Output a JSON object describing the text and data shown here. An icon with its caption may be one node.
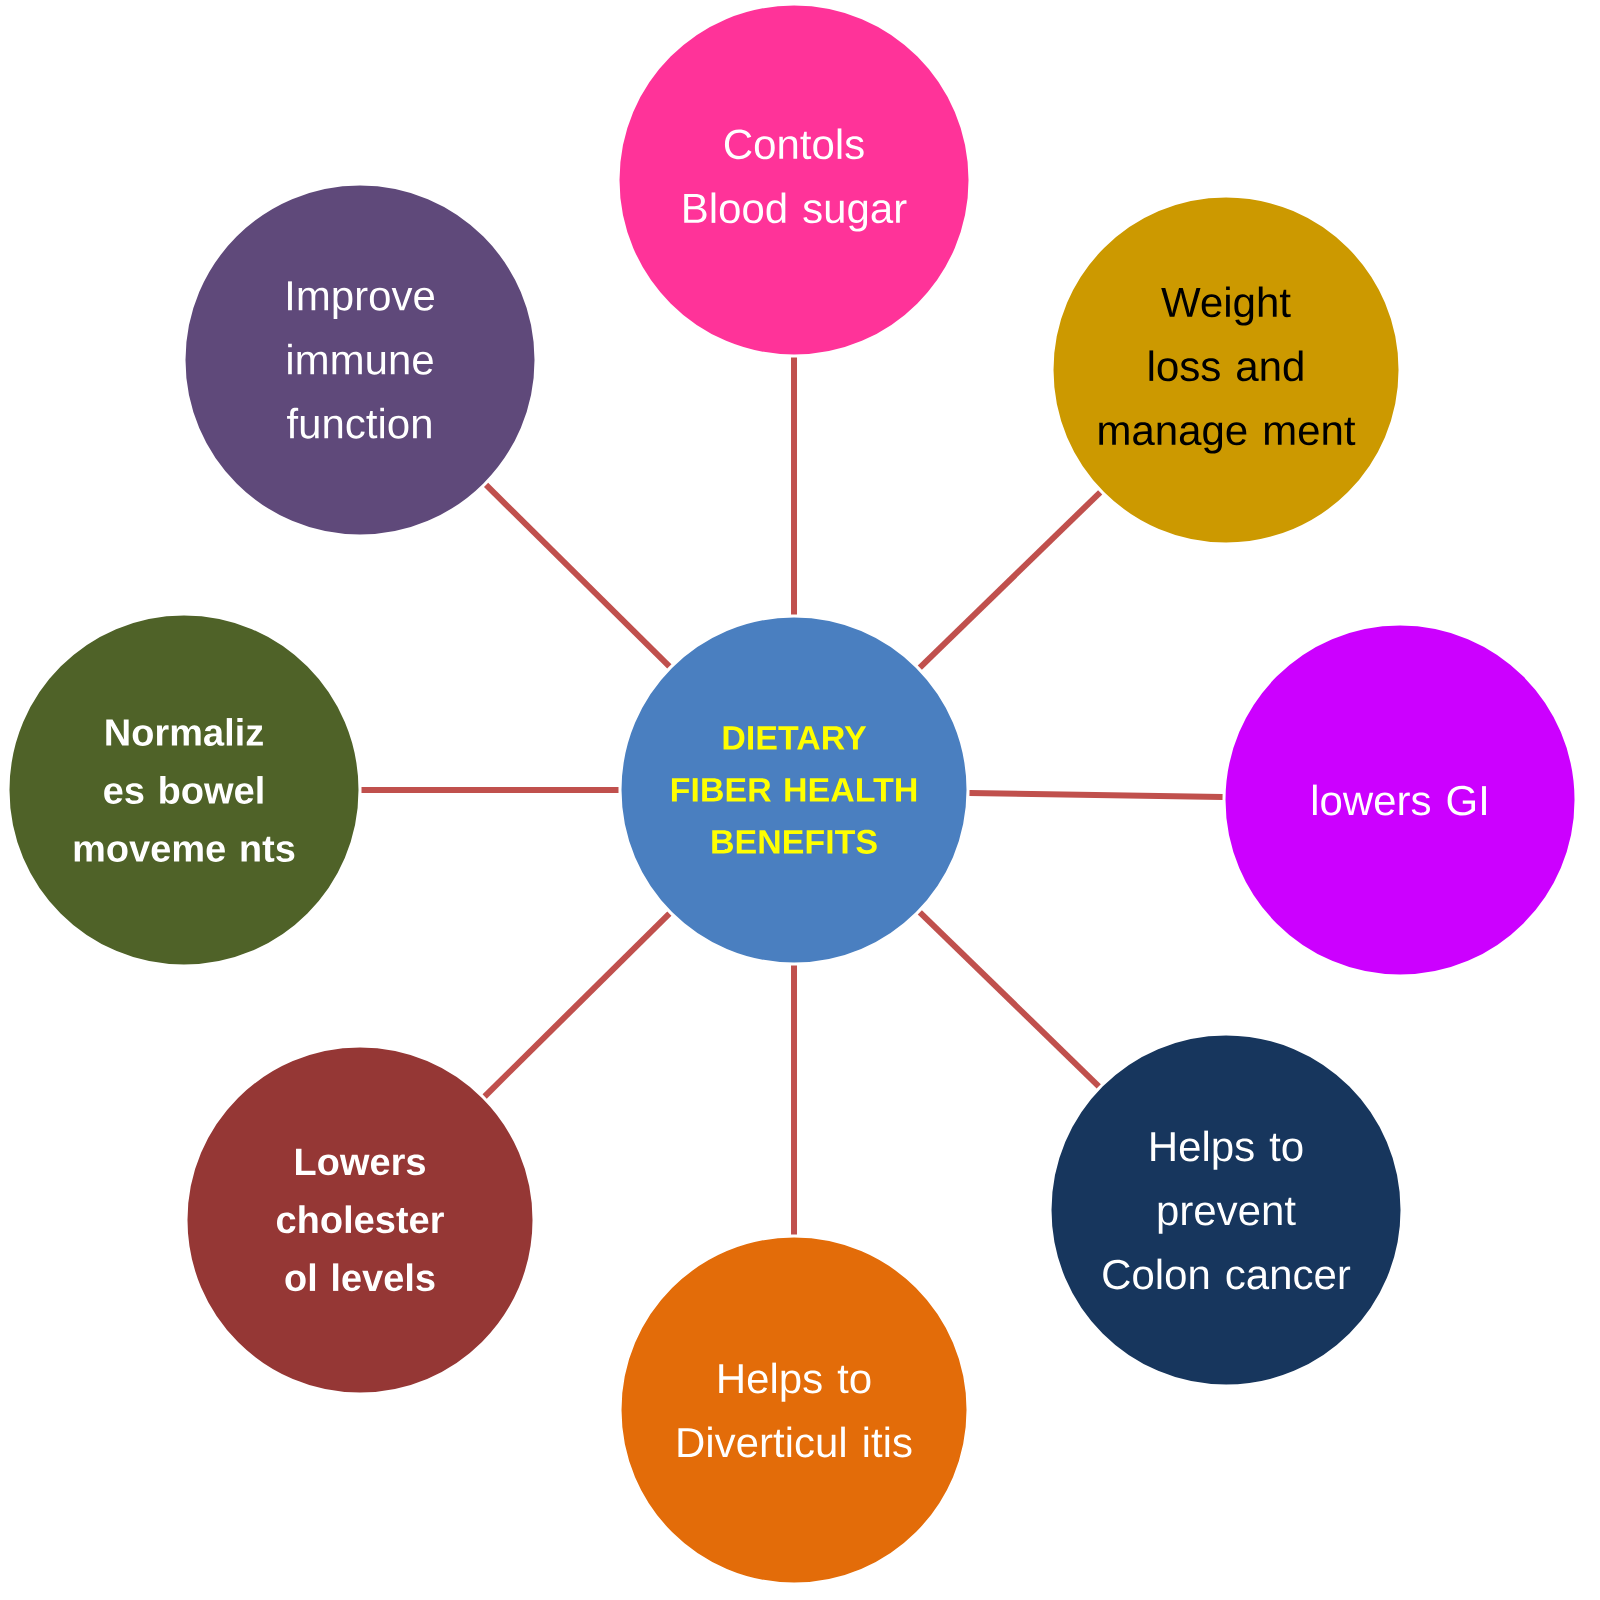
{
  "diagram": {
    "nodes": [
      {
        "text": [
          "DIETARY FIBER HEALTH BENEFITS"
        ]
      },
      {
        "text": [
          "Contols Blood sugar"
        ]
      },
      {
        "text": [
          "Weight loss and manage ment"
        ]
      },
      {
        "text": [
          "lowers GI"
        ]
      },
      {
        "text": [
          "Helps to prevent Colon cancer"
        ]
      },
      {
        "text": [
          "Helps to Diverticul itis"
        ]
      },
      {
        "text": [
          "Lowers cholester ol levels"
        ]
      },
      {
        "text": [
          "Normaliz es bowel moveme nts"
        ]
      },
      {
        "text": [
          "Improve immune function"
        ]
      }
    ],
    "edges": [
      {
        "from": 0,
        "to": 1,
        "arrow": "none"
      },
      {
        "from": 0,
        "to": 2,
        "arrow": "none"
      },
      {
        "from": 0,
        "to": 3,
        "arrow": "none"
      },
      {
        "from": 0,
        "to": 4,
        "arrow": "none"
      },
      {
        "from": 0,
        "to": 5,
        "arrow": "none"
      },
      {
        "from": 0,
        "to": 6,
        "arrow": "none"
      },
      {
        "from": 0,
        "to": 7,
        "arrow": "none"
      },
      {
        "from": 0,
        "to": 8,
        "arrow": "none"
      }
    ]
  }
}
